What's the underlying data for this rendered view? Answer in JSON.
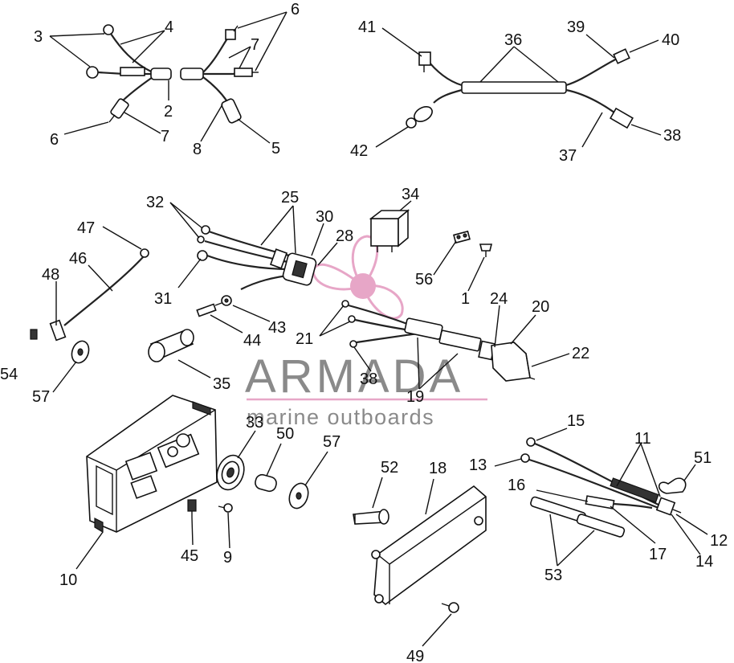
{
  "watermark": {
    "brand": "ARMADA",
    "tagline": "marine outboards",
    "accent_color": "#e7a6c7",
    "logo": "propeller-icon"
  },
  "labels": {
    "l1": "1",
    "l2": "2",
    "l3": "3",
    "l4": "4",
    "l5": "5",
    "l6a": "6",
    "l6b": "6",
    "l7a": "7",
    "l7b": "7",
    "l8": "8",
    "l9": "9",
    "l10": "10",
    "l11": "11",
    "l12": "12",
    "l13": "13",
    "l14": "14",
    "l15": "15",
    "l16": "16",
    "l17": "17",
    "l18": "18",
    "l19": "19",
    "l20": "20",
    "l21": "21",
    "l22": "22",
    "l24": "24",
    "l25": "25",
    "l28": "28",
    "l30": "30",
    "l31": "31",
    "l32": "32",
    "l33": "33",
    "l34": "34",
    "l35": "35",
    "l36": "36",
    "l37": "37",
    "l38a": "38",
    "l38b": "38",
    "l39": "39",
    "l40": "40",
    "l41": "41",
    "l42": "42",
    "l43": "43",
    "l44": "44",
    "l45": "45",
    "l46": "46",
    "l47": "47",
    "l48": "48",
    "l49": "49",
    "l50": "50",
    "l51": "51",
    "l52": "52",
    "l53": "53",
    "l54": "54",
    "l56": "56",
    "l57a": "57",
    "l57b": "57"
  }
}
